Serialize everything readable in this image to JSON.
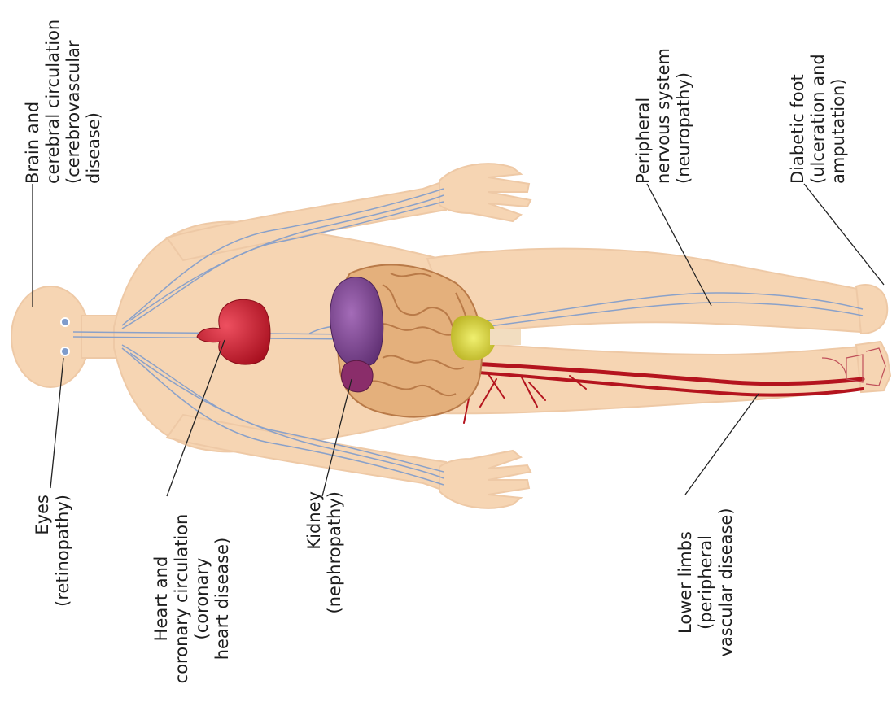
{
  "labels": {
    "brain": [
      "Brain and",
      "cerebral circulation",
      "(cerebrovascular",
      "disease)"
    ],
    "eyes": [
      "Eyes",
      "(retinopathy)"
    ],
    "heart": [
      "Heart and",
      "coronary circulation",
      "(coronary",
      "heart disease)"
    ],
    "kidney": [
      "Kidney",
      "(nephropathy)"
    ],
    "peripheral_nervous": [
      "Peripheral",
      "nervous system",
      "(neuropathy)"
    ],
    "lower_limbs": [
      "Lower limbs",
      "(peripheral",
      "vascular disease)"
    ],
    "diabetic_foot": [
      "Diabetic foot",
      "(ulceration and",
      "amputation)"
    ]
  },
  "colors": {
    "skin": "#f6d5b3",
    "skin_edge": "#eec9a6",
    "nerve": "#7f9ccc",
    "artery": "#b4141e",
    "heart": "#cf1f32",
    "kidney": "#8a2d6a",
    "liver": "#7d4a90",
    "intestine": "#d9a06c",
    "bladder": "#cfd33a",
    "leader": "#222222"
  }
}
